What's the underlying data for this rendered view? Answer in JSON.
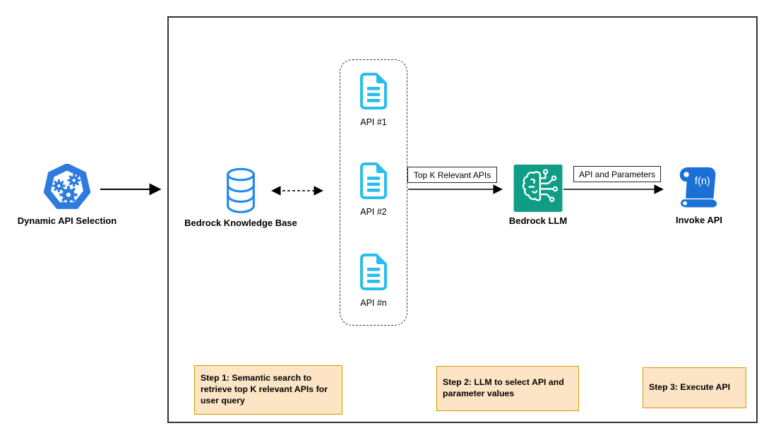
{
  "colors": {
    "hept": "#2E7BE0",
    "kb": "#1E88F7",
    "doc": "#29BDEE",
    "llm": "#109D86",
    "scroll": "#1A70D6",
    "step_fill": "#FCE4C5",
    "step_border": "#D79B00",
    "frame": "#333333"
  },
  "nodes": {
    "dynamic_api_selection": {
      "label": "Dynamic API Selection"
    },
    "knowledge_base": {
      "label": "Bedrock Knowledge Base"
    },
    "api_documents": [
      {
        "label": "API #1"
      },
      {
        "label": "API #2"
      },
      {
        "label": "API #n"
      }
    ],
    "bedrock_llm": {
      "label": "Bedrock LLM"
    },
    "invoke_api": {
      "label": "Invoke API",
      "icon_text": "f(n)"
    }
  },
  "edges": {
    "retrieval": {
      "label": "Top K Relevant APIs"
    },
    "invocation": {
      "label": "API and Parameters"
    }
  },
  "steps": [
    {
      "label": "Step 1: Semantic search to retrieve top K relevant APIs for user query"
    },
    {
      "label": "Step 2: LLM to select API and parameter values"
    },
    {
      "label": "Step 3: Execute API"
    }
  ]
}
